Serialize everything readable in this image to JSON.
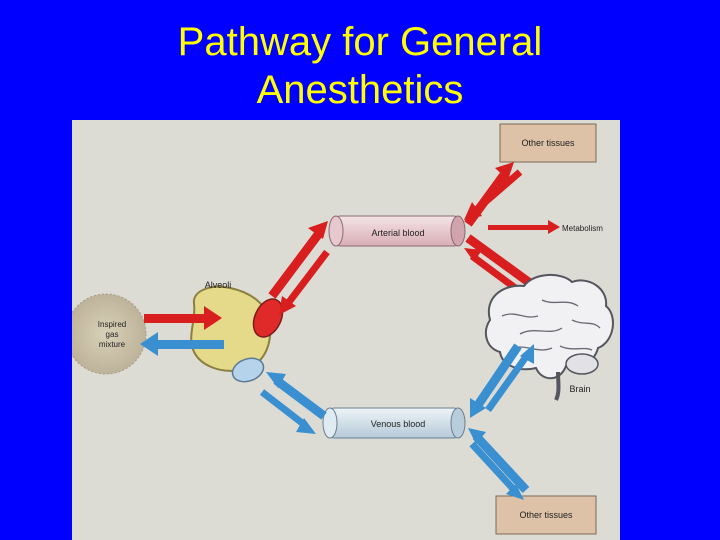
{
  "slide": {
    "title_line1": "Pathway for General",
    "title_line2": "Anesthetics"
  },
  "diagram": {
    "labels": {
      "other_tissues_top": "Other tissues",
      "arterial_blood": "Arterial blood",
      "metabolism": "Metabolism",
      "alveoli": "Alveoli",
      "inspired_line1": "Inspired",
      "inspired_line2": "gas",
      "inspired_line3": "mixture",
      "brain": "Brain",
      "venous_blood": "Venous blood",
      "other_tissues_bottom": "Other tissues"
    },
    "icons": {
      "brain": "brain-icon",
      "lung_alveolus": "alveolus-icon"
    },
    "colors": {
      "background": "#0000ff",
      "title": "#ffff00",
      "arterial": "#dd2222",
      "venous": "#3a8fd0"
    }
  }
}
